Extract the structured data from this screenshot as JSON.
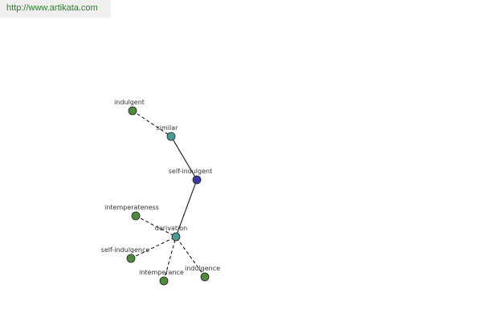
{
  "site": {
    "url": "http://www.artikata.com"
  },
  "colors": {
    "leaf": "#4f8a3e",
    "relation": "#4a9a9a",
    "center": "#3c3aa0",
    "banner_text": "#2e7d32"
  },
  "graph": {
    "nodes": [
      {
        "id": "indulgent",
        "label": "indulgent",
        "kind": "leaf"
      },
      {
        "id": "similar",
        "label": "similar",
        "kind": "relation"
      },
      {
        "id": "self-indulgent",
        "label": "self-indulgent",
        "kind": "center"
      },
      {
        "id": "derivation",
        "label": "derivation",
        "kind": "relation"
      },
      {
        "id": "intemperateness",
        "label": "intemperateness",
        "kind": "leaf"
      },
      {
        "id": "self-indulgence",
        "label": "self-indulgence",
        "kind": "leaf"
      },
      {
        "id": "intemperance",
        "label": "intemperance",
        "kind": "leaf"
      },
      {
        "id": "indulgence",
        "label": "indulgence",
        "kind": "leaf"
      }
    ],
    "edges": [
      {
        "from": "indulgent",
        "to": "similar",
        "style": "dashed"
      },
      {
        "from": "similar",
        "to": "self-indulgent",
        "style": "solid"
      },
      {
        "from": "self-indulgent",
        "to": "derivation",
        "style": "solid"
      },
      {
        "from": "intemperateness",
        "to": "derivation",
        "style": "dashed"
      },
      {
        "from": "self-indulgence",
        "to": "derivation",
        "style": "dashed"
      },
      {
        "from": "intemperance",
        "to": "derivation",
        "style": "dashed"
      },
      {
        "from": "indulgence",
        "to": "derivation",
        "style": "dashed"
      }
    ]
  }
}
